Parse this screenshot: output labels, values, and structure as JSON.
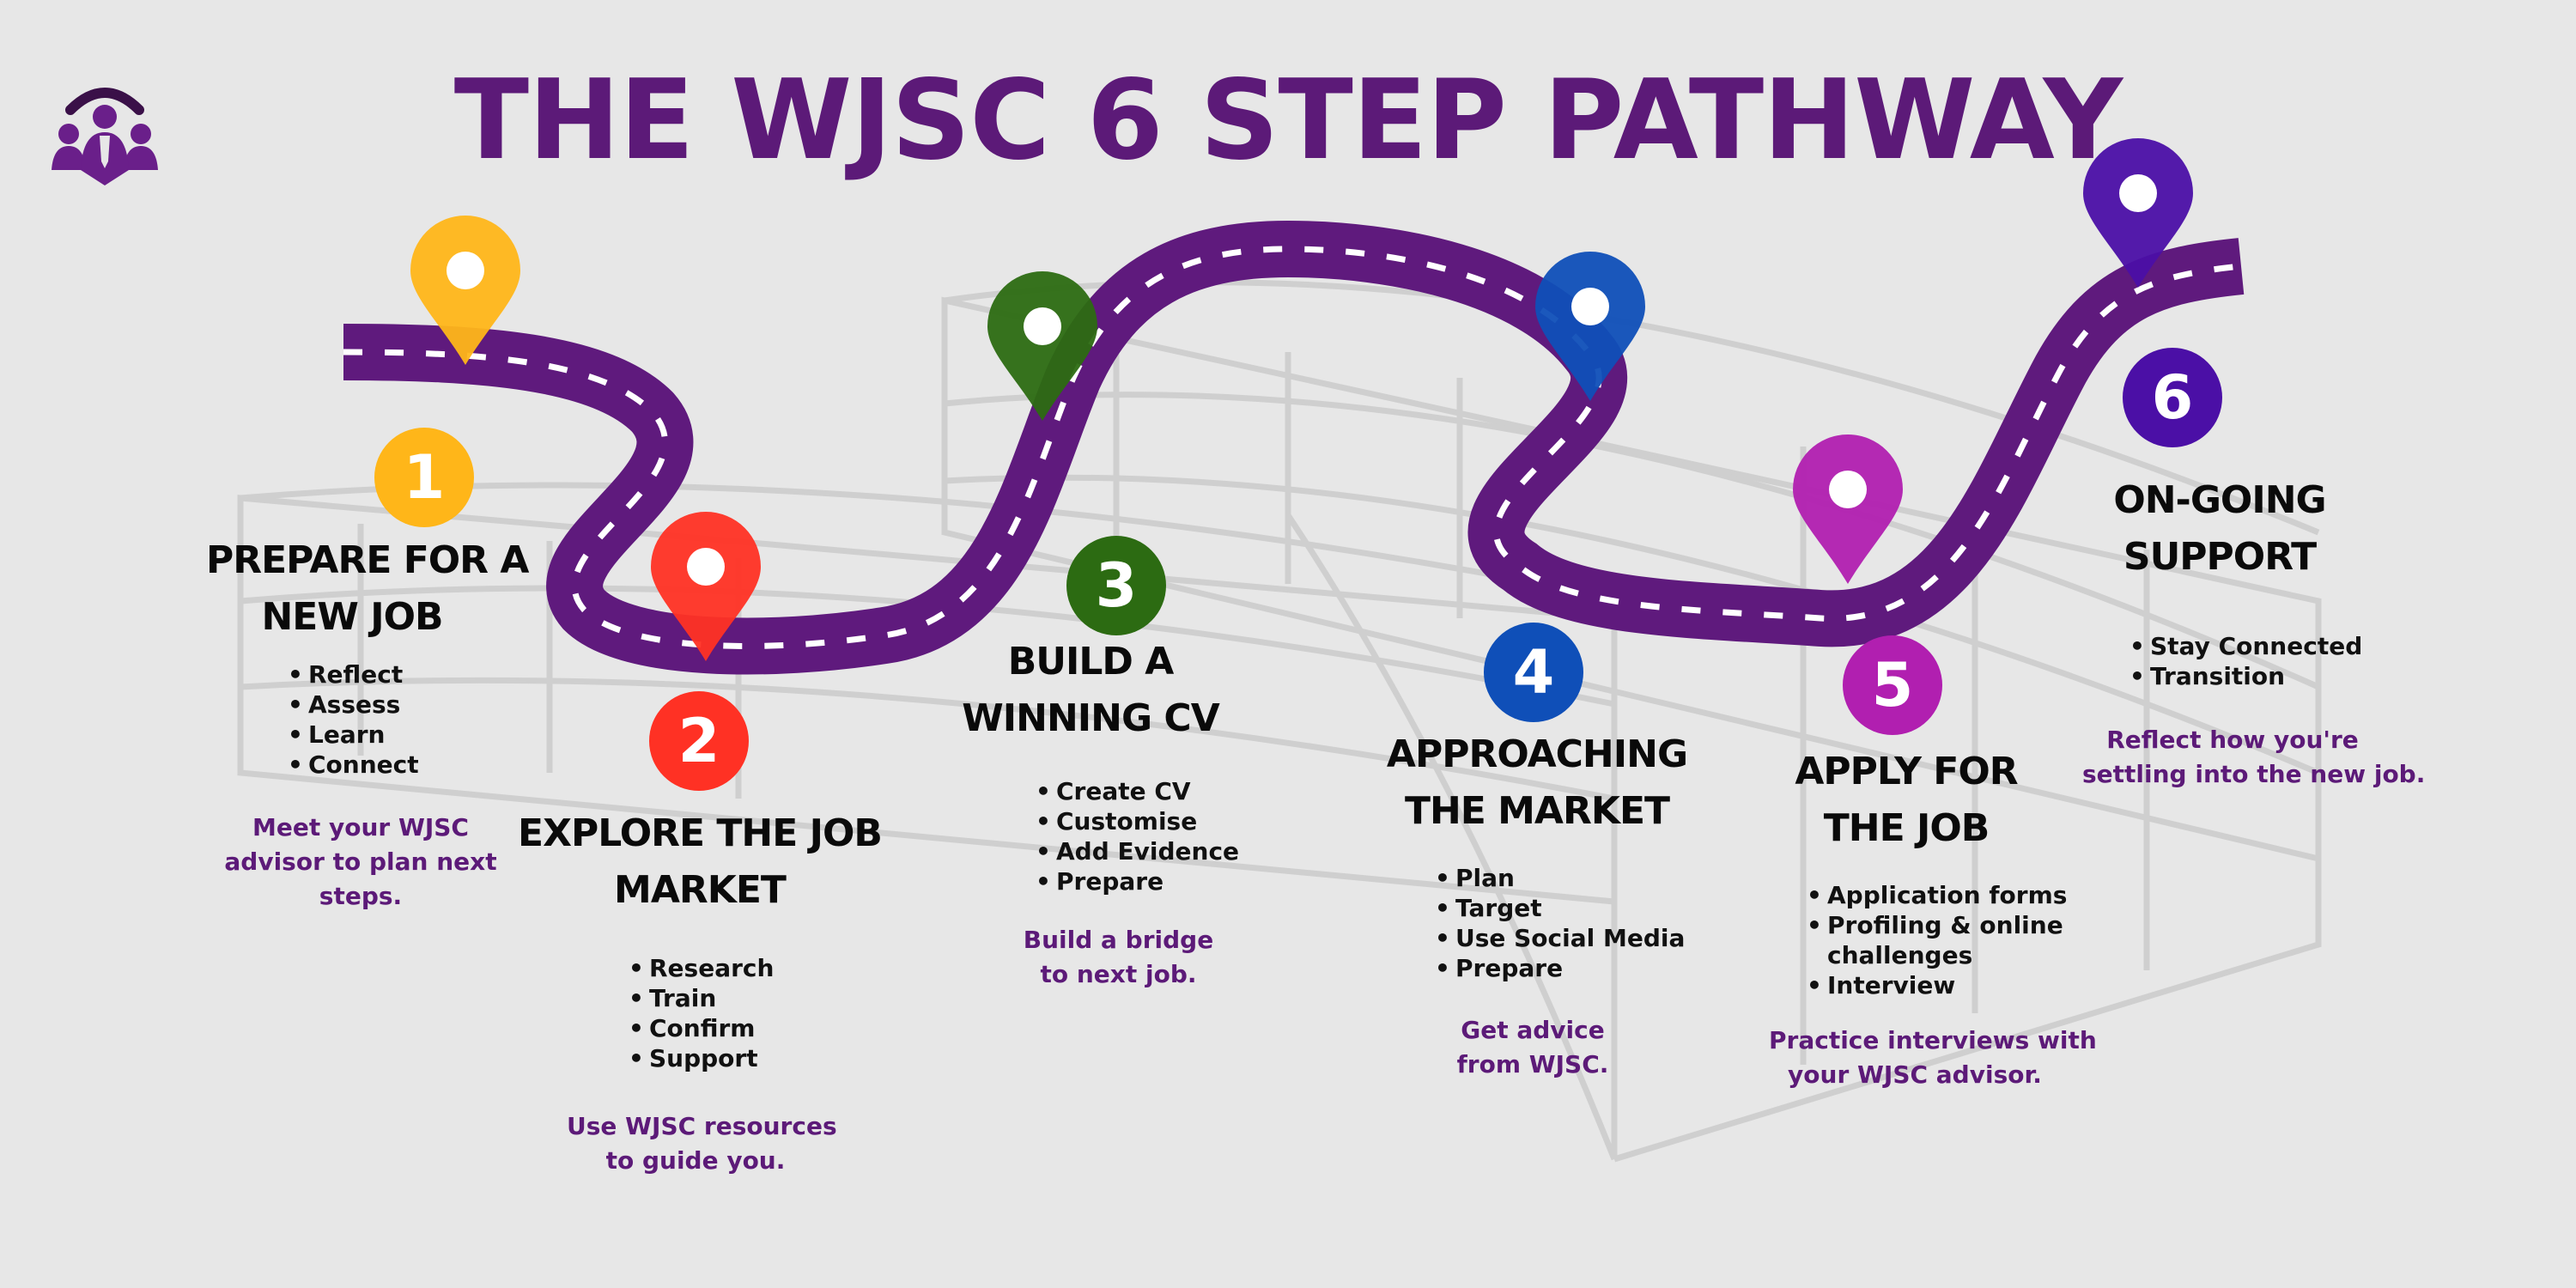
{
  "title": "THE WJSC 6 STEP PATHWAY",
  "logo": {
    "icon": "people-group-logo-icon",
    "color": "#6a1f8a"
  },
  "colors": {
    "road": "#5f1a7d",
    "road_dash": "#ffffff",
    "title": "#5c1a78",
    "note": "#5c1a78",
    "background": "#e7e7e7"
  },
  "steps": [
    {
      "number": "1",
      "color": "#ffb619",
      "heading": [
        "PREPARE FOR A",
        "NEW JOB"
      ],
      "bullets": [
        "Reflect",
        "Assess",
        "Learn",
        "Connect"
      ],
      "note": [
        "Meet your WJSC",
        "advisor to plan next",
        "steps."
      ]
    },
    {
      "number": "2",
      "color": "#ff3124",
      "heading": [
        "EXPLORE THE JOB",
        "MARKET"
      ],
      "bullets": [
        "Research",
        "Train",
        "Confirm",
        "Support"
      ],
      "note": [
        "Use WJSC resources",
        "to guide you."
      ]
    },
    {
      "number": "3",
      "color": "#2c6b12",
      "heading": [
        "BUILD A",
        "WINNING CV"
      ],
      "bullets": [
        "Create CV",
        "Customise",
        "Add Evidence",
        "Prepare"
      ],
      "note": [
        "Build a bridge",
        "to next job."
      ]
    },
    {
      "number": "4",
      "color": "#0f4fb8",
      "heading": [
        "APPROACHING",
        "THE MARKET"
      ],
      "bullets": [
        "Plan",
        "Target",
        "Use Social Media",
        "Prepare"
      ],
      "note": [
        "Get advice",
        "from WJSC."
      ]
    },
    {
      "number": "5",
      "color": "#b11fb0",
      "heading": [
        "APPLY FOR",
        "THE JOB"
      ],
      "bullets": [
        "Application forms",
        "Profiling & online",
        "challenges",
        "Interview"
      ],
      "note": [
        "Practice interviews with",
        "your WJSC advisor."
      ]
    },
    {
      "number": "6",
      "color": "#4b0fa6",
      "heading": [
        "ON-GOING",
        "SUPPORT"
      ],
      "bullets": [
        "Stay Connected",
        "Transition"
      ],
      "note": [
        "Reflect how you're",
        "settling into the new job."
      ]
    }
  ]
}
